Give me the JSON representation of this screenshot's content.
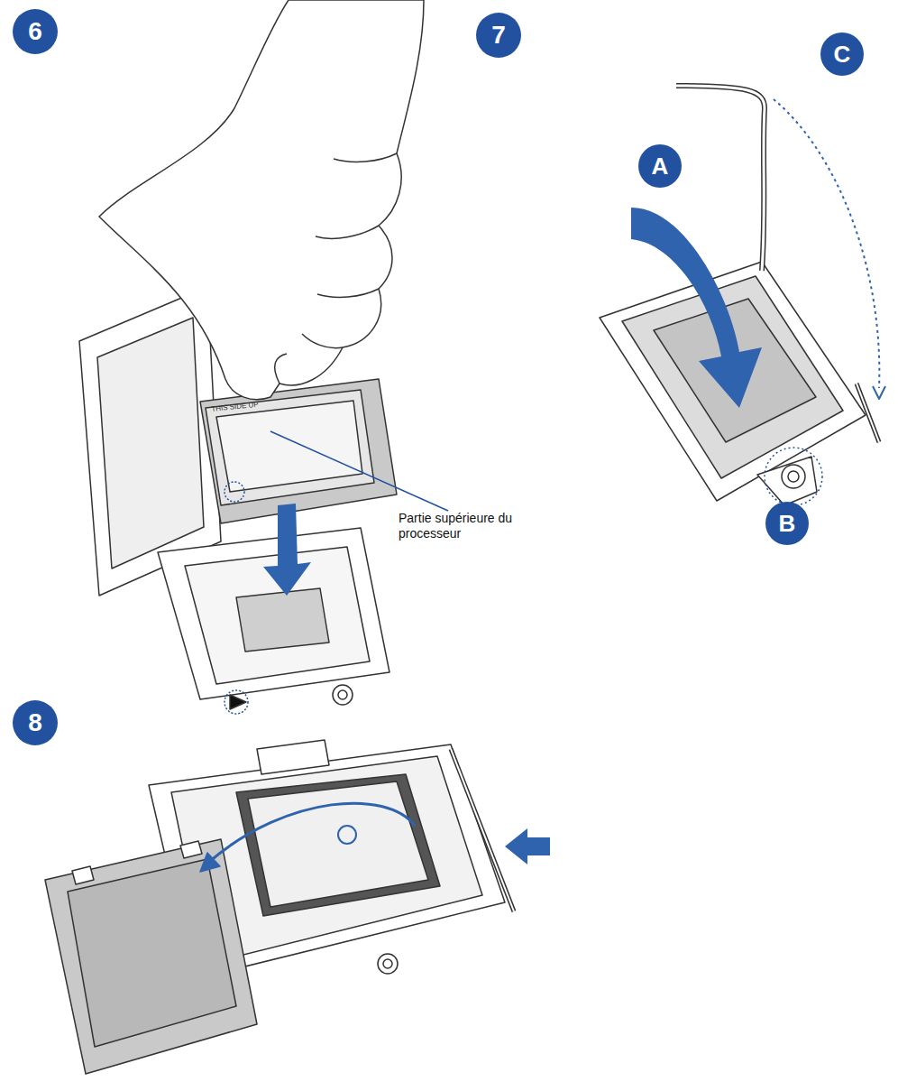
{
  "diagram": {
    "labels": [
      "6",
      "7",
      "C",
      "A",
      "THIS SIDE UP",
      "Partie supérieure du processeur",
      "B",
      "8"
    ]
  }
}
